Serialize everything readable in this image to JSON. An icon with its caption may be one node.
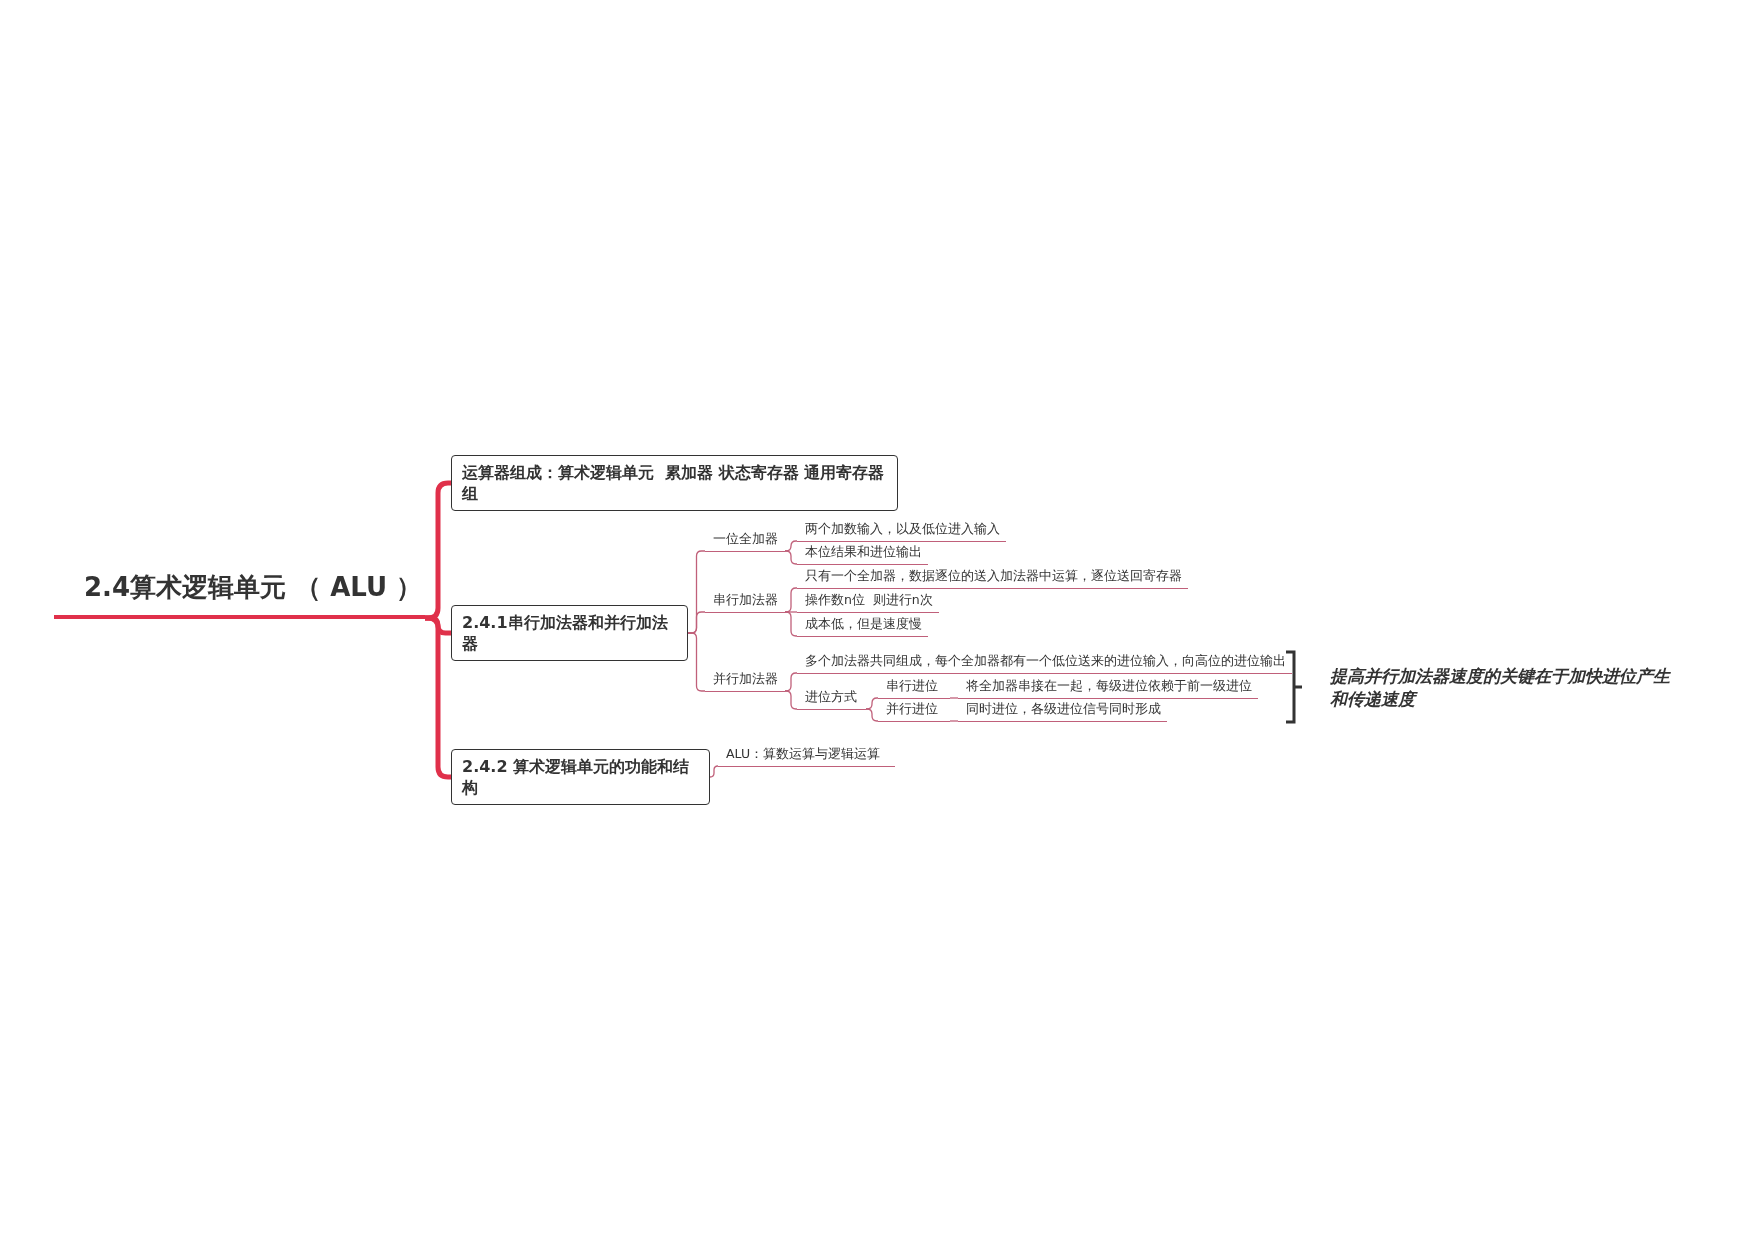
{
  "diagram": {
    "nodes": [
      {
        "text": [
          "2.4算术逻辑单元 （ ALU ）"
        ]
      },
      {
        "text": [
          "运算器组成：算术逻辑单元  累加器 状态寄存器 通用寄存器组"
        ]
      },
      {
        "text": [
          "2.4.1串行加法器和并行加法器"
        ]
      },
      {
        "text": [
          "2.4.2 算术逻辑单元的功能和结构"
        ]
      },
      {
        "text": [
          "一位全加器"
        ]
      },
      {
        "text": [
          "两个加数输入，以及低位进入输入"
        ]
      },
      {
        "text": [
          "本位结果和进位输出"
        ]
      },
      {
        "text": [
          "串行加法器"
        ]
      },
      {
        "text": [
          "只有一个全加器，数据逐位的送入加法器中运算，逐位送回寄存器"
        ]
      },
      {
        "text": [
          "操作数n位  则进行n次"
        ]
      },
      {
        "text": [
          "成本低，但是速度慢"
        ]
      },
      {
        "text": [
          "并行加法器"
        ]
      },
      {
        "text": [
          "多个加法器共同组成，每个全加器都有一个低位送来的进位输入，向高位的进位输出"
        ]
      },
      {
        "text": [
          "进位方式"
        ]
      },
      {
        "text": [
          "串行进位"
        ]
      },
      {
        "text": [
          "将全加器串接在一起，每级进位依赖于前一级进位"
        ]
      },
      {
        "text": [
          "并行进位"
        ]
      },
      {
        "text": [
          "同时进位，各级进位信号同时形成"
        ]
      },
      {
        "text": [
          "ALU：算数运算与逻辑运算"
        ]
      }
    ],
    "edges": [
      {
        "from": 0,
        "to": 1,
        "arrow": "none",
        "style": "thick",
        "color": "#e0304a"
      },
      {
        "from": 0,
        "to": 2,
        "arrow": "none",
        "style": "thick",
        "color": "#e0304a"
      },
      {
        "from": 0,
        "to": 3,
        "arrow": "none",
        "style": "thick",
        "color": "#e0304a"
      },
      {
        "from": 2,
        "to": 4,
        "arrow": "none"
      },
      {
        "from": 2,
        "to": 7,
        "arrow": "none"
      },
      {
        "from": 2,
        "to": 11,
        "arrow": "none"
      },
      {
        "from": 4,
        "to": 5,
        "arrow": "none"
      },
      {
        "from": 4,
        "to": 6,
        "arrow": "none"
      },
      {
        "from": 7,
        "to": 8,
        "arrow": "none"
      },
      {
        "from": 7,
        "to": 9,
        "arrow": "none"
      },
      {
        "from": 7,
        "to": 10,
        "arrow": "none"
      },
      {
        "from": 11,
        "to": 12,
        "arrow": "none"
      },
      {
        "from": 11,
        "to": 13,
        "arrow": "none"
      },
      {
        "from": 13,
        "to": 14,
        "arrow": "none"
      },
      {
        "from": 13,
        "to": 16,
        "arrow": "none"
      },
      {
        "from": 14,
        "to": 15,
        "arrow": "none"
      },
      {
        "from": 16,
        "to": 17,
        "arrow": "none"
      },
      {
        "from": 3,
        "to": 18,
        "arrow": "none"
      }
    ],
    "labels": [
      "提高并行加法器速度的关键在于加快进位产生和传递速度"
    ]
  }
}
